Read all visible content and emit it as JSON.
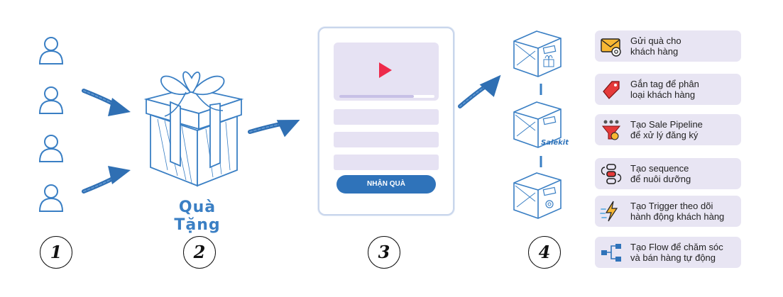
{
  "gift_label": "Quà Tặng",
  "form": {
    "button_label": "NHẬN QUÀ",
    "video_progress": 0.78
  },
  "box_brand": "Salekit",
  "steps": [
    "1",
    "2",
    "3",
    "4"
  ],
  "actions": [
    {
      "text": "Gửi quà cho\nkhách hàng",
      "icon": "email-gift-icon"
    },
    {
      "text": "Gắn tag để phân\nloại khách hàng",
      "icon": "tag-icon"
    },
    {
      "text": "Tạo Sale Pipeline\nđể xử lý đăng ký",
      "icon": "sales-funnel-icon"
    },
    {
      "text": "Tạo sequence\nđể nuôi dưỡng",
      "icon": "sequence-icon"
    },
    {
      "text": "Tạo Trigger theo dõi\nhành động khách hàng",
      "icon": "lightning-icon"
    },
    {
      "text": "Tạo Flow để chăm sóc\nvà bán hàng tự động",
      "icon": "flowchart-icon"
    }
  ],
  "colors": {
    "accent": "#3a7fc4",
    "button": "#2f73ba",
    "play": "#ee2a4b",
    "card": "#e8e5f3"
  }
}
